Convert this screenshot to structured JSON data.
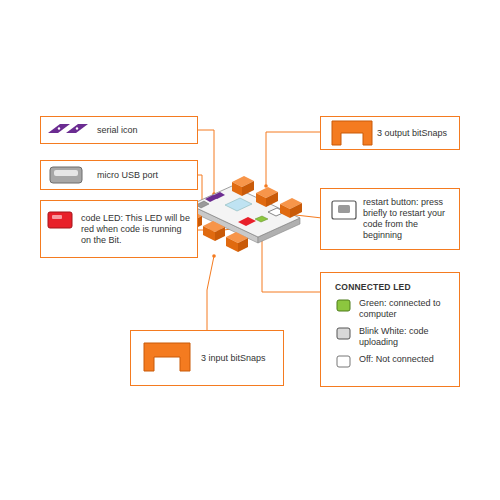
{
  "diagram": {
    "nodes": [
      {
        "text": [
          "serial icon"
        ]
      },
      {
        "text": [
          "3 output bitSnaps"
        ]
      },
      {
        "text": [
          "micro USB port"
        ]
      },
      {
        "text": [
          "restart button: press briefly to restart your code from the beginning"
        ]
      },
      {
        "text": [
          "code LED: This LED will be red when code is running on the Bit."
        ]
      },
      {
        "text": [
          "CONNECTED LED",
          "Green: connected to computer",
          "Blink White: code uploading",
          "Off: Not connected"
        ]
      },
      {
        "text": [
          "3 input bitSnaps"
        ]
      }
    ]
  }
}
